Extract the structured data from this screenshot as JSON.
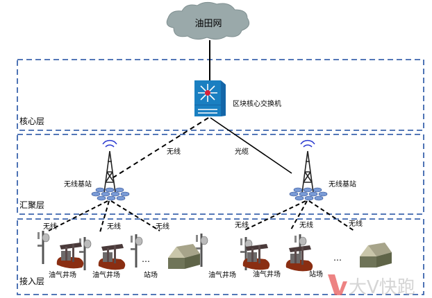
{
  "cloud": {
    "label": "油田网"
  },
  "core_switch": {
    "label": "区块核心交换机"
  },
  "layers": [
    {
      "name": "核心层"
    },
    {
      "name": "汇聚层"
    },
    {
      "name": "接入层"
    }
  ],
  "links": {
    "wireless": "无线",
    "fiber": "光缆"
  },
  "base_stations": [
    {
      "label": "无线基站"
    },
    {
      "label": "无线基站"
    }
  ],
  "sites": [
    {
      "label": "油气井场"
    },
    {
      "label": "油气井场"
    },
    {
      "label": "站场"
    },
    {
      "label": "油气井场"
    },
    {
      "label": "油气井场"
    },
    {
      "label": "站场"
    }
  ],
  "ellipsis": "…",
  "watermark": "大V快跑",
  "colors": {
    "layer_border": "#3b64ad",
    "cloud": "#9aa9aa",
    "switch": "#1a7fc1",
    "switch_dot": "#d9223a"
  }
}
